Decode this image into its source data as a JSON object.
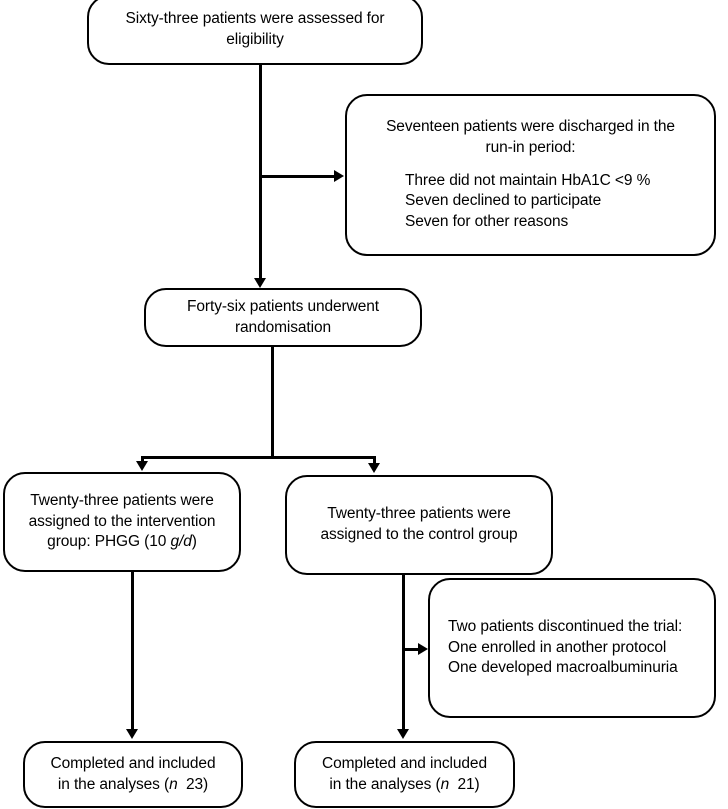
{
  "diagram": {
    "type": "flowchart",
    "title": "CONSORT participant flow diagram",
    "colors": {
      "stroke": "#000000",
      "background": "#ffffff",
      "text": "#000000"
    }
  },
  "nodes": {
    "eligibility": {
      "line1": "Sixty-three patients were assessed for",
      "line2": "eligibility"
    },
    "runin": {
      "line1": "Seventeen patients were discharged in the",
      "line2": "run-in period:",
      "reason1": "Three did not maintain HbA1C <9 %",
      "reason2": "Seven declined to participate",
      "reason3": "Seven for other reasons"
    },
    "randomisation": {
      "line1": "Forty-six patients underwent",
      "line2": "randomisation"
    },
    "intervention": {
      "line1": "Twenty-three patients were",
      "line2": "assigned to the intervention",
      "line3_a": "group: PHGG (10 ",
      "line3_b": "g/d",
      "line3_c": ")"
    },
    "control": {
      "line1": "Twenty-three patients were",
      "line2": "assigned to the control group"
    },
    "discontinued": {
      "line1": "Two patients discontinued the trial:",
      "line2": "One enrolled in another protocol",
      "line3": "One developed macroalbuminuria"
    },
    "completed_intervention": {
      "line1": "Completed and included",
      "line2_a": "in the analyses (",
      "line2_b": "n",
      "line2_c": "  23)"
    },
    "completed_control": {
      "line1": "Completed and included",
      "line2_a": "in the analyses (",
      "line2_b": "n",
      "line2_c": "  21)"
    }
  },
  "counts": {
    "assessed_for_eligibility": 63,
    "discharged_in_run_in": 17,
    "discharged_hba1c": 3,
    "discharged_declined": 7,
    "discharged_other": 7,
    "randomised": 46,
    "intervention_assigned": 23,
    "control_assigned": 23,
    "discontinued": 2,
    "analysed_intervention": 23,
    "analysed_control": 21
  }
}
